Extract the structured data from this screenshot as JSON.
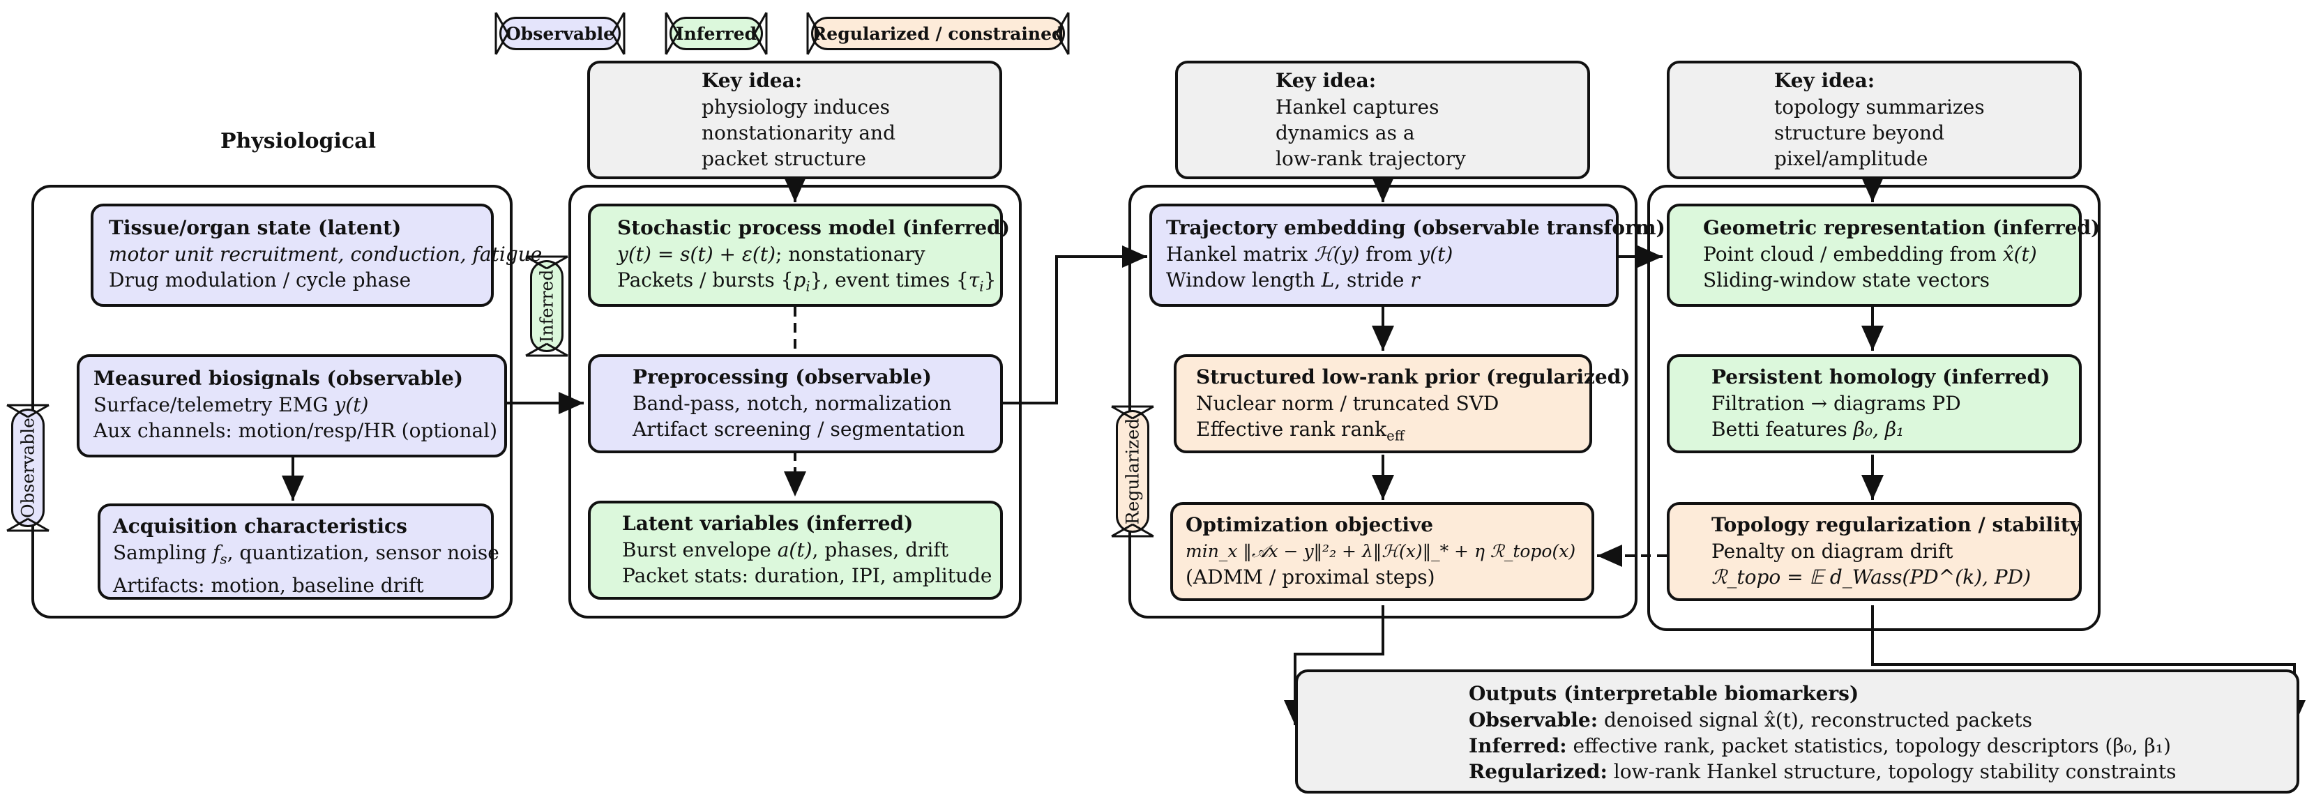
{
  "legend": [
    {
      "label": "Observable",
      "color": "#e4e4fb"
    },
    {
      "label": "Inferred",
      "color": "#dcf8dc"
    },
    {
      "label": "Regularized / constrained",
      "color": "#fdebd9"
    }
  ],
  "column_heading": "Physiological",
  "side_tags": {
    "observable": "Observable",
    "inferred": "Inferred",
    "regularized": "Regularized"
  },
  "key_ideas": [
    {
      "title": "Key idea:",
      "lines": [
        "physiology induces",
        "nonstationarity and",
        "packet structure"
      ]
    },
    {
      "title": "Key idea:",
      "lines": [
        "Hankel captures",
        "dynamics as a",
        "low-rank trajectory"
      ]
    },
    {
      "title": "Key idea:",
      "lines": [
        "topology summarizes",
        "structure beyond",
        "pixel/amplitude"
      ]
    }
  ],
  "physio": {
    "tissue": {
      "title": "Tissue/organ state (latent)",
      "line1": "motor unit recruitment, conduction, fatigue",
      "line2": "Drug modulation / cycle phase"
    },
    "measured": {
      "title": "Measured biosignals (observable)",
      "line1_pre": "Surface/telemetry EMG ",
      "line1_var": "y(t)",
      "line2": "Aux channels: motion/resp/HR (optional)"
    },
    "acquisition": {
      "title": "Acquisition characteristics",
      "line1_pre": "Sampling ",
      "line1_var": "f",
      "line1_sub": "s",
      "line1_post": ", quantization, sensor noise",
      "line2": "Artifacts: motion, baseline drift"
    }
  },
  "process": {
    "stochastic": {
      "title": "Stochastic process model (inferred)",
      "line1_math": "y(t) = s(t) + ε(t)",
      "line1_post": "; nonstationary",
      "line2_pre": "Packets / bursts {",
      "line2_var": "p",
      "line2_sub": "i",
      "line2_mid": "}, event times {",
      "line2_var2": "τ",
      "line2_sub2": "i",
      "line2_post": "}"
    },
    "preprocessing": {
      "title": "Preprocessing (observable)",
      "line1": "Band-pass, notch, normalization",
      "line2": "Artifact screening / segmentation"
    },
    "latent": {
      "title": "Latent variables (inferred)",
      "line1_pre": "Burst envelope ",
      "line1_var": "a(t)",
      "line1_post": ", phases, drift",
      "line2": "Packet stats: duration, IPI, amplitude"
    }
  },
  "hankel": {
    "trajectory": {
      "title": "Trajectory embedding (observable transform)",
      "line1_pre": "Hankel matrix ",
      "line1_var": "ℋ(y)",
      "line1_mid": " from ",
      "line1_var2": "y(t)",
      "line2_pre": "Window length ",
      "line2_var": "L",
      "line2_mid": ", stride ",
      "line2_var2": "r"
    },
    "prior": {
      "title": "Structured low-rank prior (regularized)",
      "line1": "Nuclear norm / truncated SVD",
      "line2_pre": "Effective rank rank",
      "line2_sub": "eff"
    },
    "optimization": {
      "title": "Optimization objective",
      "line1": "min_x ‖𝒜x − y‖²₂ + λ‖ℋ(x)‖_* + η ℛ_topo(x)",
      "line2": "(ADMM / proximal steps)"
    }
  },
  "topology": {
    "geometric": {
      "title": "Geometric representation (inferred)",
      "line1_pre": "Point cloud / embedding from ",
      "line1_var": "x̂(t)",
      "line2": "Sliding-window state vectors"
    },
    "homology": {
      "title": "Persistent homology (inferred)",
      "line1": "Filtration → diagrams PD",
      "line2_pre": "Betti features ",
      "line2_math": "β₀, β₁"
    },
    "regularization": {
      "title": "Topology regularization / stability",
      "line1": "Penalty on diagram drift",
      "line2": "ℛ_topo = 𝔼 d_Wass(PD^(k), PD)"
    }
  },
  "outputs": {
    "title": "Outputs (interpretable biomarkers)",
    "rows": [
      {
        "label": "Observable:",
        "text": "denoised signal x̂(t), reconstructed packets"
      },
      {
        "label": "Inferred:",
        "text": "effective rank, packet statistics, topology descriptors (β₀, β₁)"
      },
      {
        "label": "Regularized:",
        "text": "low-rank Hankel structure, topology stability constraints"
      }
    ]
  }
}
